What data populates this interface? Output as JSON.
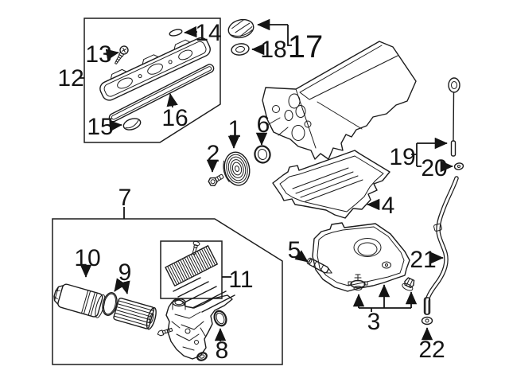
{
  "diagram": {
    "type": "exploded-parts-diagram",
    "background_color": "#ffffff",
    "line_color": "#1c1c1c"
  },
  "callouts": {
    "c1": {
      "label": "1"
    },
    "c2": {
      "label": "2"
    },
    "c3": {
      "label": "3"
    },
    "c4": {
      "label": "4"
    },
    "c5": {
      "label": "5"
    },
    "c6": {
      "label": "6"
    },
    "c7": {
      "label": "7"
    },
    "c8": {
      "label": "8"
    },
    "c9": {
      "label": "9"
    },
    "c10": {
      "label": "10"
    },
    "c11": {
      "label": "11"
    },
    "c12": {
      "label": "12"
    },
    "c13": {
      "label": "13"
    },
    "c14": {
      "label": "14"
    },
    "c15": {
      "label": "15"
    },
    "c16": {
      "label": "16"
    },
    "c17": {
      "label": "17"
    },
    "c18": {
      "label": "18"
    },
    "c19": {
      "label": "19"
    },
    "c20": {
      "label": "20"
    },
    "c21": {
      "label": "21"
    },
    "c22": {
      "label": "22"
    }
  }
}
